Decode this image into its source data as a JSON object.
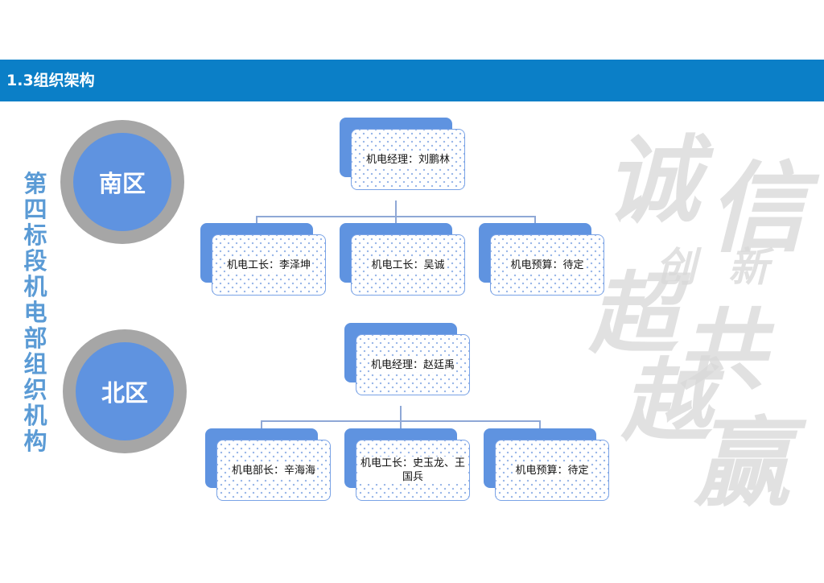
{
  "header": {
    "title": "1.3组织架构"
  },
  "side_title": "第四标段机电部组织机构",
  "watermark": {
    "chars": [
      "诚",
      "信",
      "创",
      "新",
      "超",
      "越",
      "共",
      "赢"
    ]
  },
  "regions": [
    {
      "name": "南区",
      "manager": "机电经理：刘鹏林",
      "children": [
        "机电工长：李泽坤",
        "机电工长：吴诚",
        "机电预算：待定"
      ]
    },
    {
      "name": "北区",
      "manager": "机电经理：赵廷禹",
      "children": [
        "机电部长：辛海海",
        "机电工长：史玉龙、王国兵",
        "机电预算：待定"
      ]
    }
  ],
  "colors": {
    "header": "#0b7fc7",
    "accent": "#5f93e0",
    "ring": "#a6a6a6",
    "title": "#5b9bd5"
  }
}
